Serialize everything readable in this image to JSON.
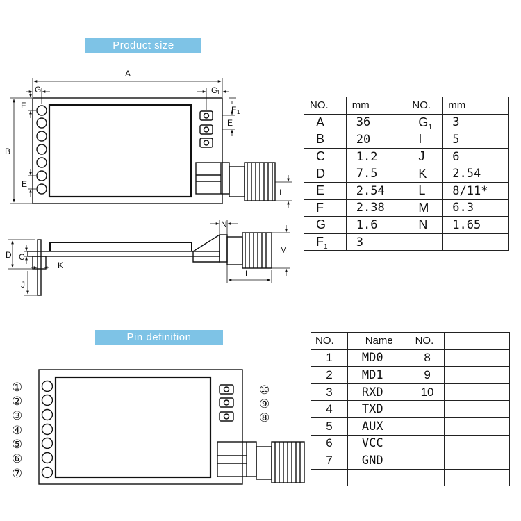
{
  "banners": {
    "size": "Product size",
    "pins": "Pin definition"
  },
  "dim_labels": {
    "A": "A",
    "B": "B",
    "C": "C",
    "D": "D",
    "E": "E",
    "F": "F",
    "G": "G",
    "G1": "G",
    "G1_sub": "1",
    "F1": "F",
    "F1_sub": "1",
    "I": "I",
    "J": "J",
    "K": "K",
    "L": "L",
    "M": "M",
    "N": "N"
  },
  "size_table": {
    "headers": [
      "NO.",
      "mm",
      "NO.",
      "mm"
    ],
    "rows": [
      {
        "a": "A",
        "av": "36",
        "b": "G",
        "b_sub": "1",
        "bv": "3"
      },
      {
        "a": "B",
        "av": "20",
        "b": "I",
        "b_sub": "",
        "bv": "5"
      },
      {
        "a": "C",
        "av": "1.2",
        "b": "J",
        "b_sub": "",
        "bv": "6"
      },
      {
        "a": "D",
        "av": "7.5",
        "b": "K",
        "b_sub": "",
        "bv": "2.54"
      },
      {
        "a": "E",
        "av": "2.54",
        "b": "L",
        "b_sub": "",
        "bv": "8/11*"
      },
      {
        "a": "F",
        "av": "2.38",
        "b": "M",
        "b_sub": "",
        "bv": "6.3"
      },
      {
        "a": "G",
        "av": "1.6",
        "b": "N",
        "b_sub": "",
        "bv": "1.65"
      },
      {
        "a": "F",
        "a_sub": "1",
        "av": "3",
        "b": "",
        "b_sub": "",
        "bv": ""
      }
    ]
  },
  "pin_table": {
    "headers": [
      "NO.",
      "Name",
      "NO.",
      ""
    ],
    "rows": [
      {
        "n1": "1",
        "name1": "MD0",
        "n2": "8",
        "name2": ""
      },
      {
        "n1": "2",
        "name1": "MD1",
        "n2": "9",
        "name2": ""
      },
      {
        "n1": "3",
        "name1": "RXD",
        "n2": "10",
        "name2": ""
      },
      {
        "n1": "4",
        "name1": "TXD",
        "n2": "",
        "name2": ""
      },
      {
        "n1": "5",
        "name1": "AUX",
        "n2": "",
        "name2": ""
      },
      {
        "n1": "6",
        "name1": "VCC",
        "n2": "",
        "name2": ""
      },
      {
        "n1": "7",
        "name1": "GND",
        "n2": "",
        "name2": ""
      },
      {
        "n1": "",
        "name1": "",
        "n2": "",
        "name2": ""
      }
    ]
  },
  "pin_markers": {
    "left": [
      "①",
      "②",
      "③",
      "④",
      "⑤",
      "⑥",
      "⑦"
    ],
    "right": [
      "⑩",
      "⑨",
      "⑧"
    ]
  }
}
